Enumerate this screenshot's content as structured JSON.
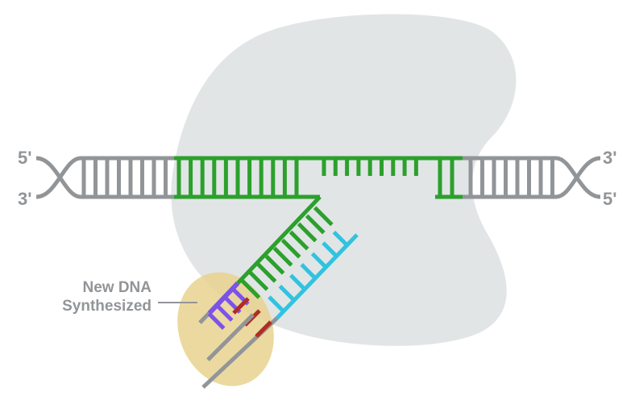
{
  "labels": {
    "top_left": "5'",
    "bottom_left": "3'",
    "top_right": "3'",
    "bottom_right": "5'",
    "annotation_line1": "New DNA",
    "annotation_line2": "Synthesized"
  },
  "colors": {
    "blob": "#e1e5e6",
    "template_dna": "#929598",
    "template_bound": "#2ca02c",
    "primer_strand": "#2ca02c",
    "new_strand_cyan": "#30c3e0",
    "new_strand_purple": "#7d52e8",
    "new_strand_red": "#b02d23",
    "highlight": "#e8d28e",
    "label_text": "#929598"
  }
}
